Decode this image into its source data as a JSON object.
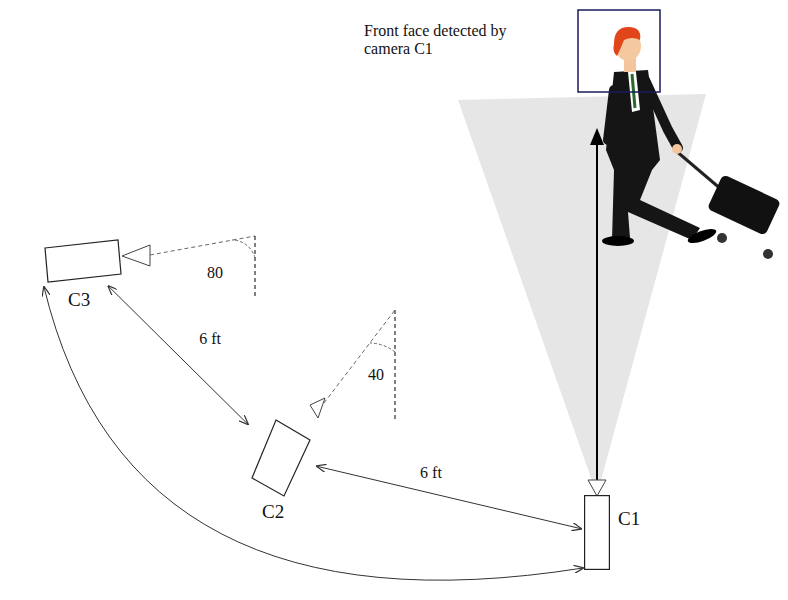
{
  "diagram": {
    "nodes": [
      {
        "text": [
          "C3"
        ]
      },
      {
        "text": [
          "C2"
        ]
      },
      {
        "text": [
          "C1"
        ]
      }
    ],
    "edges": [
      {
        "from": 1,
        "to": 2,
        "arrow": "both",
        "label": "6 ft"
      },
      {
        "from": 0,
        "to": 1,
        "arrow": "both",
        "label": "6 ft"
      },
      {
        "from": 2,
        "to": 0,
        "arrow": "both"
      }
    ],
    "labels": [
      "Front face detected by camera C1",
      "80",
      "40"
    ]
  }
}
